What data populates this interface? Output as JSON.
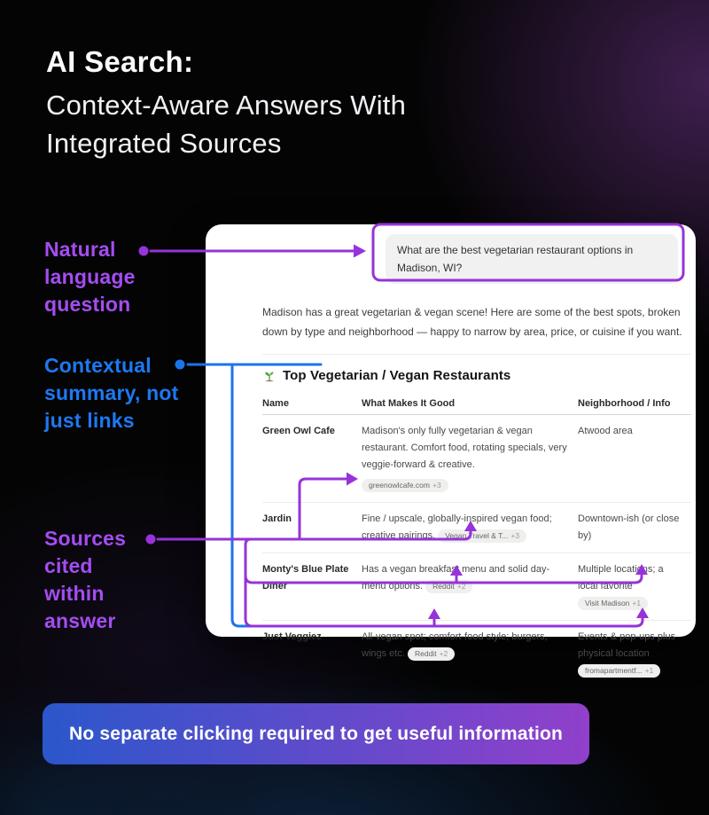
{
  "header": {
    "title_bold": "AI Search:",
    "title_line2": "Context-Aware Answers With",
    "title_line3": "Integrated Sources"
  },
  "annotations": {
    "natural_language": "Natural language question",
    "contextual_summary": "Contextual summary, not just links",
    "sources_cited": "Sources cited within answer"
  },
  "chat": {
    "question": "What are the best vegetarian restaurant options in Madison, WI?",
    "answer": "Madison has a great vegetarian & vegan scene! Here are some of the best spots, broken down by type and neighborhood — happy to narrow by area, price, or cuisine if you want.",
    "section_title": "Top Vegetarian / Vegan Restaurants",
    "section_icon": "seedling-emoji",
    "table": {
      "columns": [
        "Name",
        "What Makes It Good",
        "Neighborhood / Info"
      ],
      "rows": [
        {
          "name": "Green Owl Cafe",
          "good": "Madison's only fully vegetarian & vegan restaurant. Comfort food, rotating specials, very veggie-forward & creative.",
          "good_source": {
            "label": "greenowlcafe.com",
            "extra": "+3"
          },
          "info": "Atwood area"
        },
        {
          "name": "Jardin",
          "good": "Fine / upscale, globally-inspired vegan food; creative pairings.",
          "good_source": {
            "label": "Vegan Travel & T...",
            "extra": "+3"
          },
          "info": "Downtown-ish (or close by)"
        },
        {
          "name": "Monty's Blue Plate Diner",
          "good": "Has a vegan breakfast menu and solid day-menu options.",
          "good_source": {
            "label": "Reddit",
            "extra": "+2"
          },
          "info": "Multiple locations; a local favorite",
          "info_source": {
            "label": "Visit Madison",
            "extra": "+1"
          }
        },
        {
          "name": "Just Veggiez",
          "good": "All-vegan spot; comfort-food style; burgers, wings etc.",
          "good_source": {
            "label": "Reddit",
            "extra": "+2"
          },
          "info": "Events & pop-ups plus physical location",
          "info_source": {
            "label": "fromapartmentf...",
            "extra": "+1"
          }
        }
      ]
    }
  },
  "banner": {
    "text": "No separate clicking required to get useful information"
  },
  "colors": {
    "purple-label": "#a44df2",
    "blue-label": "#1d79f2",
    "arrow-purple": "#9633d9",
    "arrow-blue": "#1b74ec",
    "banner-left": "#2b57cb",
    "banner-right": "#9140cb",
    "pill-bg": "#efefee"
  }
}
